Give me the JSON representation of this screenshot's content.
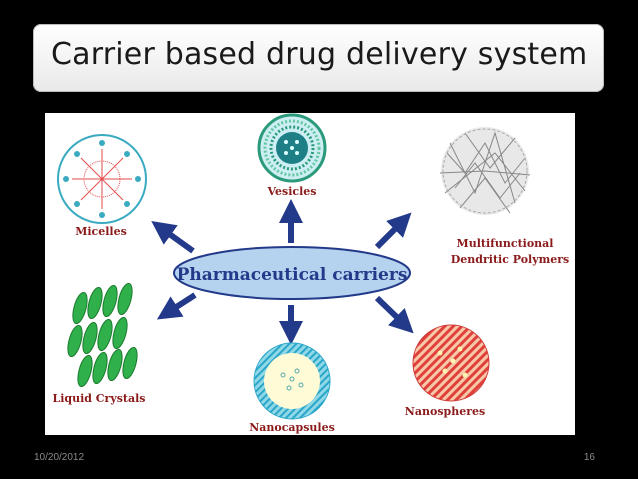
{
  "slide": {
    "title": "Carrier based drug delivery system",
    "date": "10/20/2012",
    "page_number": "16"
  },
  "diagram": {
    "center_label": "Pharmaceutical carriers",
    "carriers": {
      "vesicles": "Vesicles",
      "micelles": "Micelles",
      "dendrimers_line1": "Multifunctional",
      "dendrimers_line2": "Dendritic Polymers",
      "liquid_crystals": "Liquid Crystals",
      "nanocapsules": "Nanocapsules",
      "nanospheres": "Nanospheres"
    },
    "colors": {
      "arrow": "#23398a",
      "center_ellipse": "#b5d3ee",
      "label": "#8b1a1a"
    }
  }
}
